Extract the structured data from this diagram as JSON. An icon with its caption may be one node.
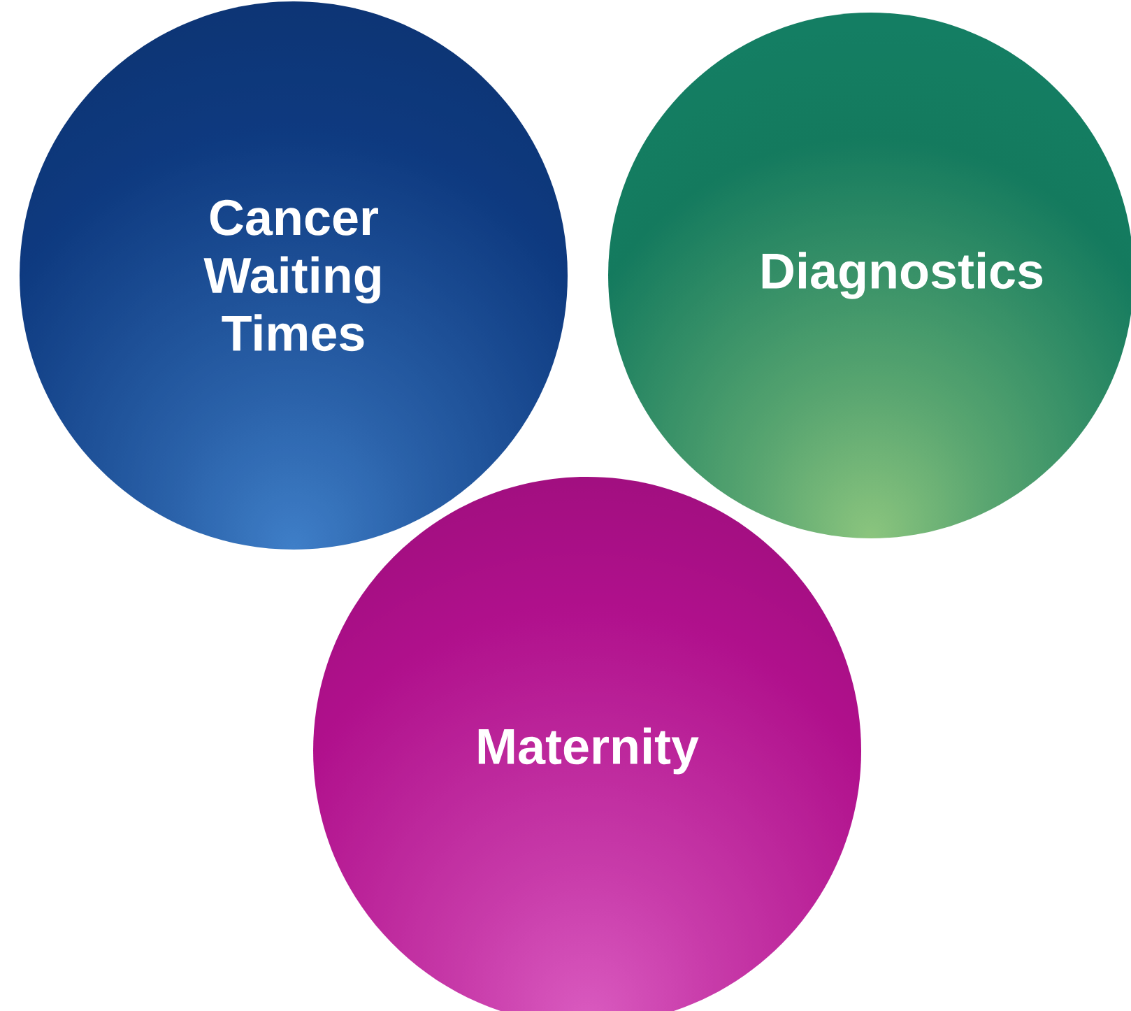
{
  "diagram": {
    "nodes": [
      {
        "text": [
          "Cancer Waiting Times"
        ]
      },
      {
        "text": [
          "Diagnostics"
        ]
      },
      {
        "text": [
          "Maternity"
        ]
      }
    ]
  }
}
